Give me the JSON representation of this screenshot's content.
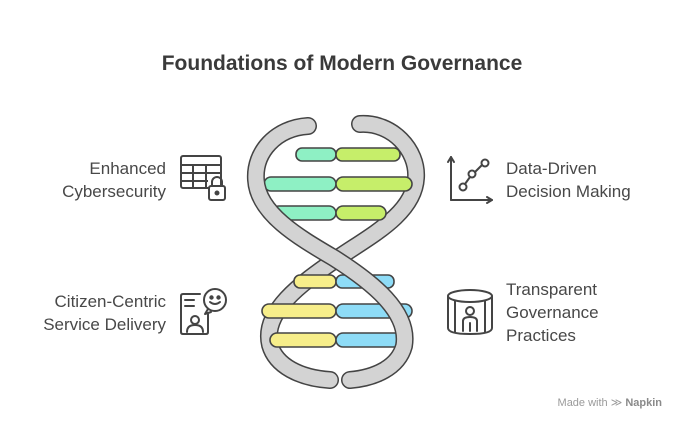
{
  "title": "Foundations of Modern Governance",
  "items": [
    {
      "line1": "Enhanced",
      "line2": "Cybersecurity",
      "icon": "table-lock-icon"
    },
    {
      "line1": "Data-Driven",
      "line2": "Decision Making",
      "icon": "line-chart-icon"
    },
    {
      "line1": "Citizen-Centric",
      "line2": "Service Delivery",
      "icon": "chat-person-icon"
    },
    {
      "line1": "Transparent",
      "line2": "Governance",
      "line3": "Practices",
      "icon": "glass-tower-person-icon"
    }
  ],
  "colors": {
    "green": "#8ef0c4",
    "lime": "#c6ee6a",
    "yellow": "#f7ee8a",
    "blue": "#8edcf7",
    "strand": "#d3d3d3",
    "outline": "#444444"
  },
  "watermark": {
    "prefix": "Made with",
    "brand": "Napkin"
  }
}
